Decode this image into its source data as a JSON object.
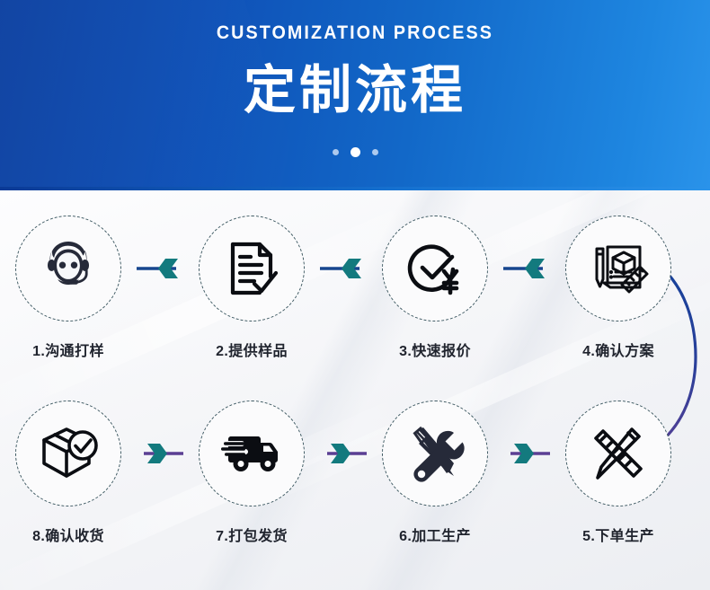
{
  "banner": {
    "title_en": "CUSTOMIZATION PROCESS",
    "title_cn": "定制流程",
    "dots_count": 3,
    "gradient_from": "#0b3fa0",
    "gradient_to": "#2a93ea"
  },
  "flow": {
    "background_color": "#f3f4f7",
    "circle_border_color": "#3f5a63",
    "icon_color": "#262a39",
    "arrow_head_color": "#137a7e",
    "arrow_line_row1_color": "#17468f",
    "arrow_line_row2_color": "#5b3f93",
    "curve_from_color": "#12429a",
    "curve_to_color": "#5b3f93",
    "row1": [
      {
        "num": "1",
        "label": "1.沟通打样",
        "icon": "customer-service-agent-icon"
      },
      {
        "num": "2",
        "label": "2.提供样品",
        "icon": "document-check-icon"
      },
      {
        "num": "3",
        "label": "3.快速报价",
        "icon": "price-check-yuan-icon"
      },
      {
        "num": "4",
        "label": "4.确认方案",
        "icon": "design-plan-cube-ruler-icon"
      }
    ],
    "row2": [
      {
        "num": "8",
        "label": "8.确认收货",
        "icon": "package-check-icon"
      },
      {
        "num": "7",
        "label": "7.打包发货",
        "icon": "delivery-truck-icon"
      },
      {
        "num": "6",
        "label": "6.加工生产",
        "icon": "wrench-screwdriver-icon"
      },
      {
        "num": "5",
        "label": "5.下单生产",
        "icon": "ruler-pencil-icon"
      }
    ]
  }
}
